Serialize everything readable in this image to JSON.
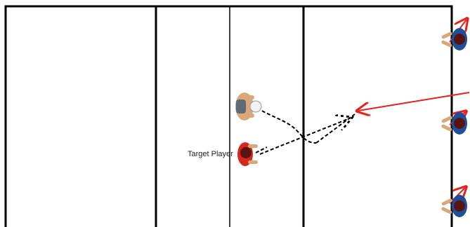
{
  "labels": {
    "target_player": "Target Player"
  },
  "colors": {
    "court_line": "#000000",
    "red_arrow": "#e8201b",
    "dashed_path": "#000000",
    "player_skin": "#d9a87a",
    "player_red_body": "#d7261e",
    "player_red_head": "#5a1410",
    "player_blue_body": "#1f4f9a",
    "player_blue_head": "#5a1410",
    "player_grey_body": "#5d6b7a",
    "player_grey_head": "#f2f2f2"
  },
  "players": [
    {
      "name": "target-player",
      "team": "red"
    },
    {
      "name": "blocker-player",
      "team": "grey"
    },
    {
      "name": "server-top",
      "team": "blue"
    },
    {
      "name": "server-middle",
      "team": "blue"
    },
    {
      "name": "server-bottom",
      "team": "blue"
    }
  ]
}
